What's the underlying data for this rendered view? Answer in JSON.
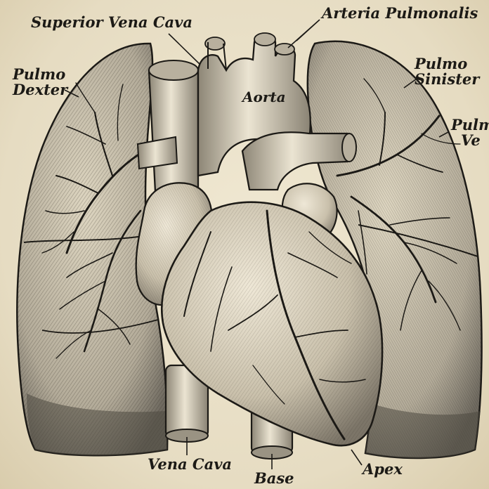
{
  "labels": {
    "superior_vena_cava": "Superior Vena Cava",
    "arteria_pulmonalis": "Arteria Pulmonalis",
    "pulmo_dexter": [
      "Pulmo",
      "Dexter"
    ],
    "pulmo_sinister": [
      "Pulmo",
      "Sinister"
    ],
    "pulmo_venae": [
      "Pulmo",
      "Ve"
    ],
    "aorta": "Aorta",
    "vena_cava": "Vena Cava",
    "base": "Base",
    "apex": "Apex"
  },
  "colors": {
    "paper": "#e9e0c8",
    "ink": "#1c1a16",
    "lung_fill": "#cfc6b0",
    "lung_shadow": "#8f877a",
    "heart_fill": "#d8d0bc",
    "vessel_fill": "#dcd4c0"
  }
}
